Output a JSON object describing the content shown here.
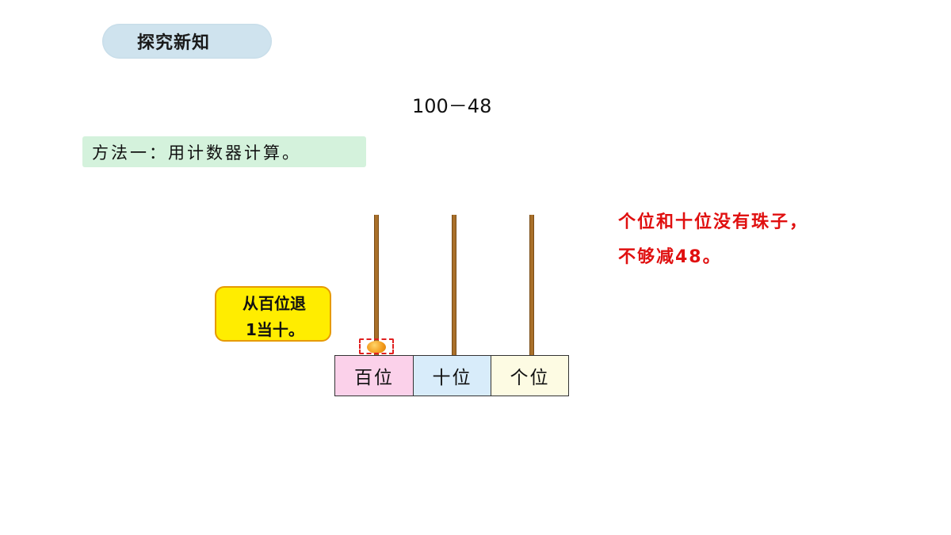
{
  "badge": {
    "label": "探究新知"
  },
  "expression": "100－48",
  "method": {
    "label": "方法一：用计数器计算。"
  },
  "counter": {
    "places": [
      "百位",
      "十位",
      "个位"
    ],
    "place_colors": [
      "#fbd1ea",
      "#d8ecfa",
      "#fdfbe3"
    ],
    "beads_hundreds": 1
  },
  "bubble": {
    "line1": "从百位退",
    "line2": "1当十。"
  },
  "note": {
    "line1": "个位和十位没有珠子，",
    "line2": "不够减48。"
  }
}
